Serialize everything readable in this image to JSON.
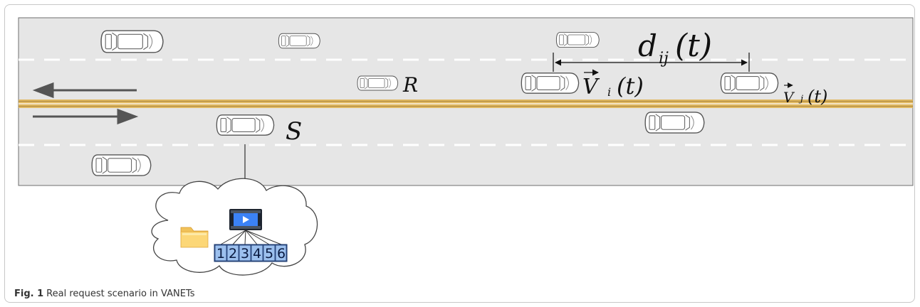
{
  "road": {
    "fill": "#e6e6e6",
    "median_color": "#c9a24a",
    "lane_dash_color": "#ffffff"
  },
  "labels": {
    "source": "S",
    "relay": "R",
    "distance_symbol": "d",
    "distance_subscript": "ij",
    "distance_arg": "(t)",
    "velocity_i_symbol": "V",
    "velocity_i_subscript": "i",
    "velocity_i_arg": "(t)",
    "velocity_j_symbol": "V",
    "velocity_j_subscript": "j",
    "velocity_j_arg": "(t)"
  },
  "cloud": {
    "packet_numbers": [
      "1",
      "2",
      "3",
      "4",
      "5",
      "6"
    ]
  },
  "caption": {
    "label": "Fig. 1",
    "text": "Real request scenario in VANETs"
  }
}
